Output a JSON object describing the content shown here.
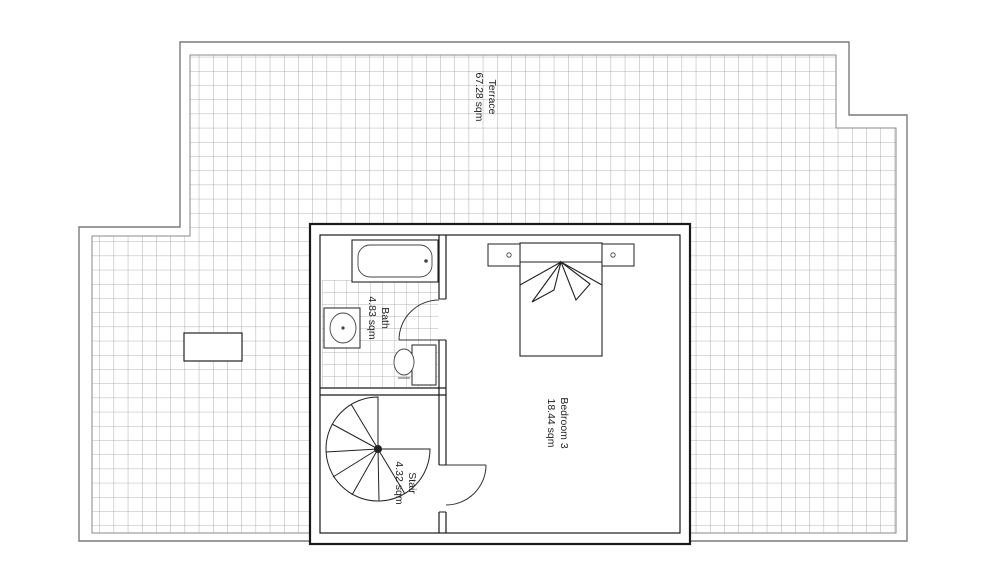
{
  "rooms": {
    "terrace": {
      "name": "Terrace",
      "area": "67.28 sqm"
    },
    "bath": {
      "name": "Bath",
      "area": "4.83 sqm"
    },
    "stair": {
      "name": "Stair",
      "area": "4.32 sqm"
    },
    "bedroom": {
      "name": "Bedroom 3",
      "area": "18.44 sqm"
    }
  },
  "colors": {
    "wall": "#1a1a1a",
    "outline": "#7a7a7a",
    "tile": "#9a9a9a",
    "background": "#ffffff"
  }
}
